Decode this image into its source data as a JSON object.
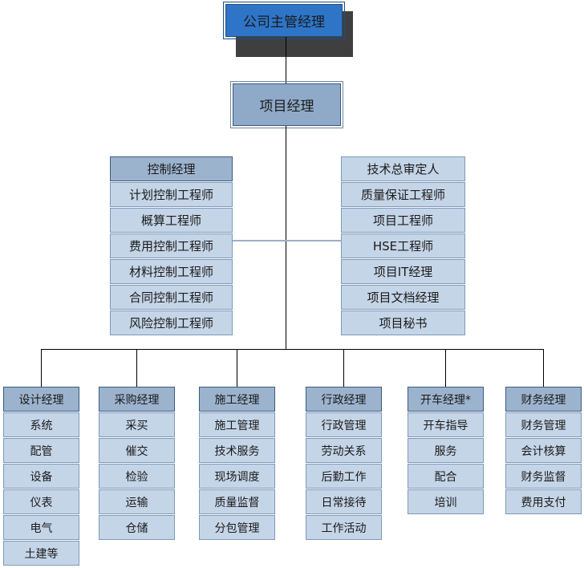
{
  "colors": {
    "top_fill": "#2E75C8",
    "top_border": "#1F4E82",
    "shadow": "#3f3f3f",
    "l2_fill": "#8FAAC8",
    "header_fill": "#9CB3CE",
    "cell_fill": "#C5D5E8",
    "cell_border": "#7d99b8",
    "connector": "#000000",
    "connector_light": "#9aafc6",
    "text": "#1a1a1a"
  },
  "top": {
    "label": "公司主管经理"
  },
  "level2": {
    "label": "项目经理"
  },
  "level3": {
    "left": {
      "head": "控制经理",
      "items": [
        "计划控制工程师",
        "概算工程师",
        "费用控制工程师",
        "材料控制工程师",
        "合同控制工程师",
        "风险控制工程师"
      ]
    },
    "right": {
      "head": "技术总审定人",
      "items": [
        "质量保证工程师",
        "项目工程师",
        "HSE工程师",
        "项目IT经理",
        "项目文档经理",
        "项目秘书"
      ]
    }
  },
  "bottom": {
    "columns": [
      {
        "head": "设计经理",
        "items": [
          "系统",
          "配管",
          "设备",
          "仪表",
          "电气",
          "土建等"
        ]
      },
      {
        "head": "采购经理",
        "items": [
          "采买",
          "催交",
          "检验",
          "运输",
          "仓储"
        ]
      },
      {
        "head": "施工经理",
        "items": [
          "施工管理",
          "技术服务",
          "现场调度",
          "质量监督",
          "分包管理"
        ]
      },
      {
        "head": "行政经理",
        "items": [
          "行政管理",
          "劳动关系",
          "后勤工作",
          "日常接待",
          "工作活动"
        ]
      },
      {
        "head": "开车经理*",
        "items": [
          "开车指导",
          "服务",
          "配合",
          "培训"
        ]
      },
      {
        "head": "财务经理",
        "items": [
          "财务管理",
          "会计核算",
          "财务监督",
          "费用支付"
        ]
      }
    ]
  }
}
